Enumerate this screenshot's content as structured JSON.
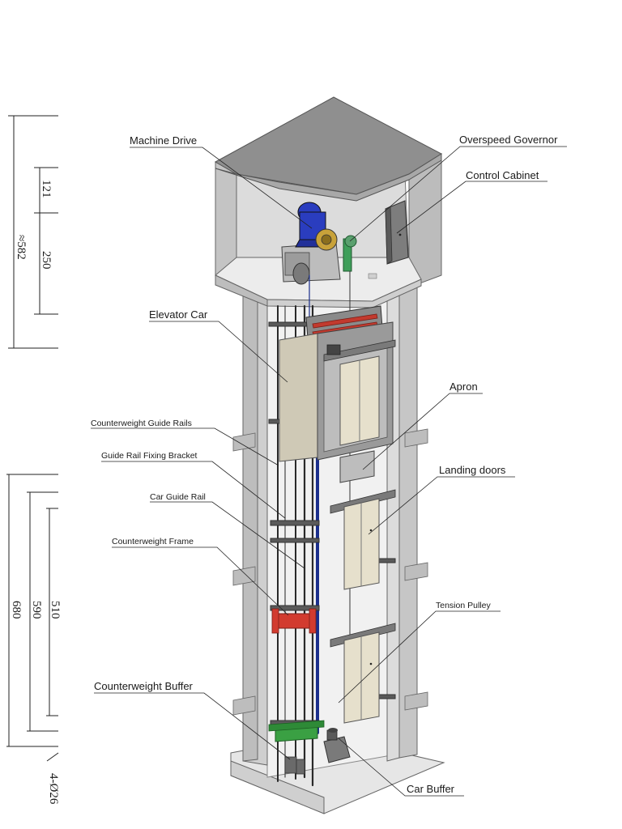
{
  "labels": {
    "machine_drive": "Machine Drive",
    "overspeed_governor": "Overspeed Governor",
    "control_cabinet": "Control Cabinet",
    "elevator_car": "Elevator Car",
    "apron": "Apron",
    "counterweight_guide_rails": "Counterweight Guide Rails",
    "guide_rail_fixing_bracket": "Guide Rail Fixing Bracket",
    "car_guide_rail": "Car Guide Rail",
    "landing_doors": "Landing doors",
    "counterweight_frame": "Counterweight Frame",
    "tension_pulley": "Tension Pulley",
    "counterweight_buffer": "Counterweight Buffer",
    "car_buffer": "Car Buffer"
  },
  "dimensions": {
    "top_total": "≈582",
    "top_a": "121",
    "top_b": "250",
    "bottom_total": "680",
    "bottom_a": "590",
    "bottom_b": "510",
    "bottom_note": "4-Ø26"
  },
  "colors": {
    "concrete": "#c9c9c9",
    "concrete_dark": "#9e9e9e",
    "roof": "#8f8f8f",
    "motor": "#2a3dbf",
    "sheave": "#c8a23a",
    "governor": "#3f9e5a",
    "counterweight_frame": "#d23b2f",
    "buffer_plate": "#3aa043",
    "car_panel": "#e6e0cc",
    "rope": "#1b2f8c"
  }
}
